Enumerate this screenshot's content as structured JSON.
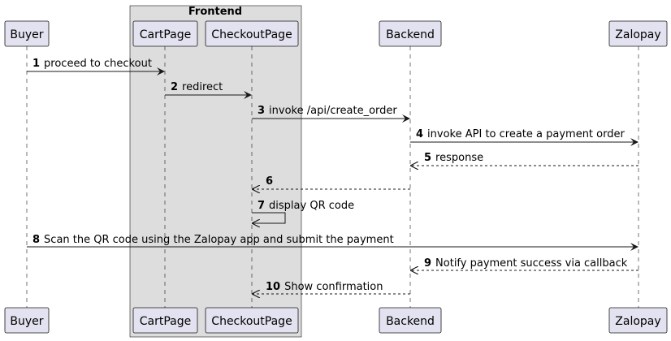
{
  "group": {
    "title": "Frontend"
  },
  "participants": [
    {
      "id": "buyer",
      "label": "Buyer"
    },
    {
      "id": "cartpage",
      "label": "CartPage"
    },
    {
      "id": "checkoutpage",
      "label": "CheckoutPage"
    },
    {
      "id": "backend",
      "label": "Backend"
    },
    {
      "id": "zalopay",
      "label": "Zalopay"
    }
  ],
  "messages": [
    {
      "num": "1",
      "text": "proceed to checkout",
      "from": "buyer",
      "to": "cartpage",
      "style": "solid"
    },
    {
      "num": "2",
      "text": "redirect",
      "from": "cartpage",
      "to": "checkoutpage",
      "style": "solid"
    },
    {
      "num": "3",
      "text": "invoke /api/create_order",
      "from": "checkoutpage",
      "to": "backend",
      "style": "solid"
    },
    {
      "num": "4",
      "text": "invoke API to create a payment order",
      "from": "backend",
      "to": "zalopay",
      "style": "solid"
    },
    {
      "num": "5",
      "text": "response",
      "from": "zalopay",
      "to": "backend",
      "style": "dashed"
    },
    {
      "num": "6",
      "text": "",
      "from": "backend",
      "to": "checkoutpage",
      "style": "dashed"
    },
    {
      "num": "7",
      "text": "display QR code",
      "from": "checkoutpage",
      "to": "checkoutpage",
      "style": "solid"
    },
    {
      "num": "8",
      "text": "Scan the QR code using the Zalopay app and submit the payment",
      "from": "buyer",
      "to": "zalopay",
      "style": "solid"
    },
    {
      "num": "9",
      "text": "Notify payment success via callback",
      "from": "zalopay",
      "to": "backend",
      "style": "dashed"
    },
    {
      "num": "10",
      "text": "Show confirmation",
      "from": "backend",
      "to": "checkoutpage",
      "style": "dashed"
    }
  ]
}
